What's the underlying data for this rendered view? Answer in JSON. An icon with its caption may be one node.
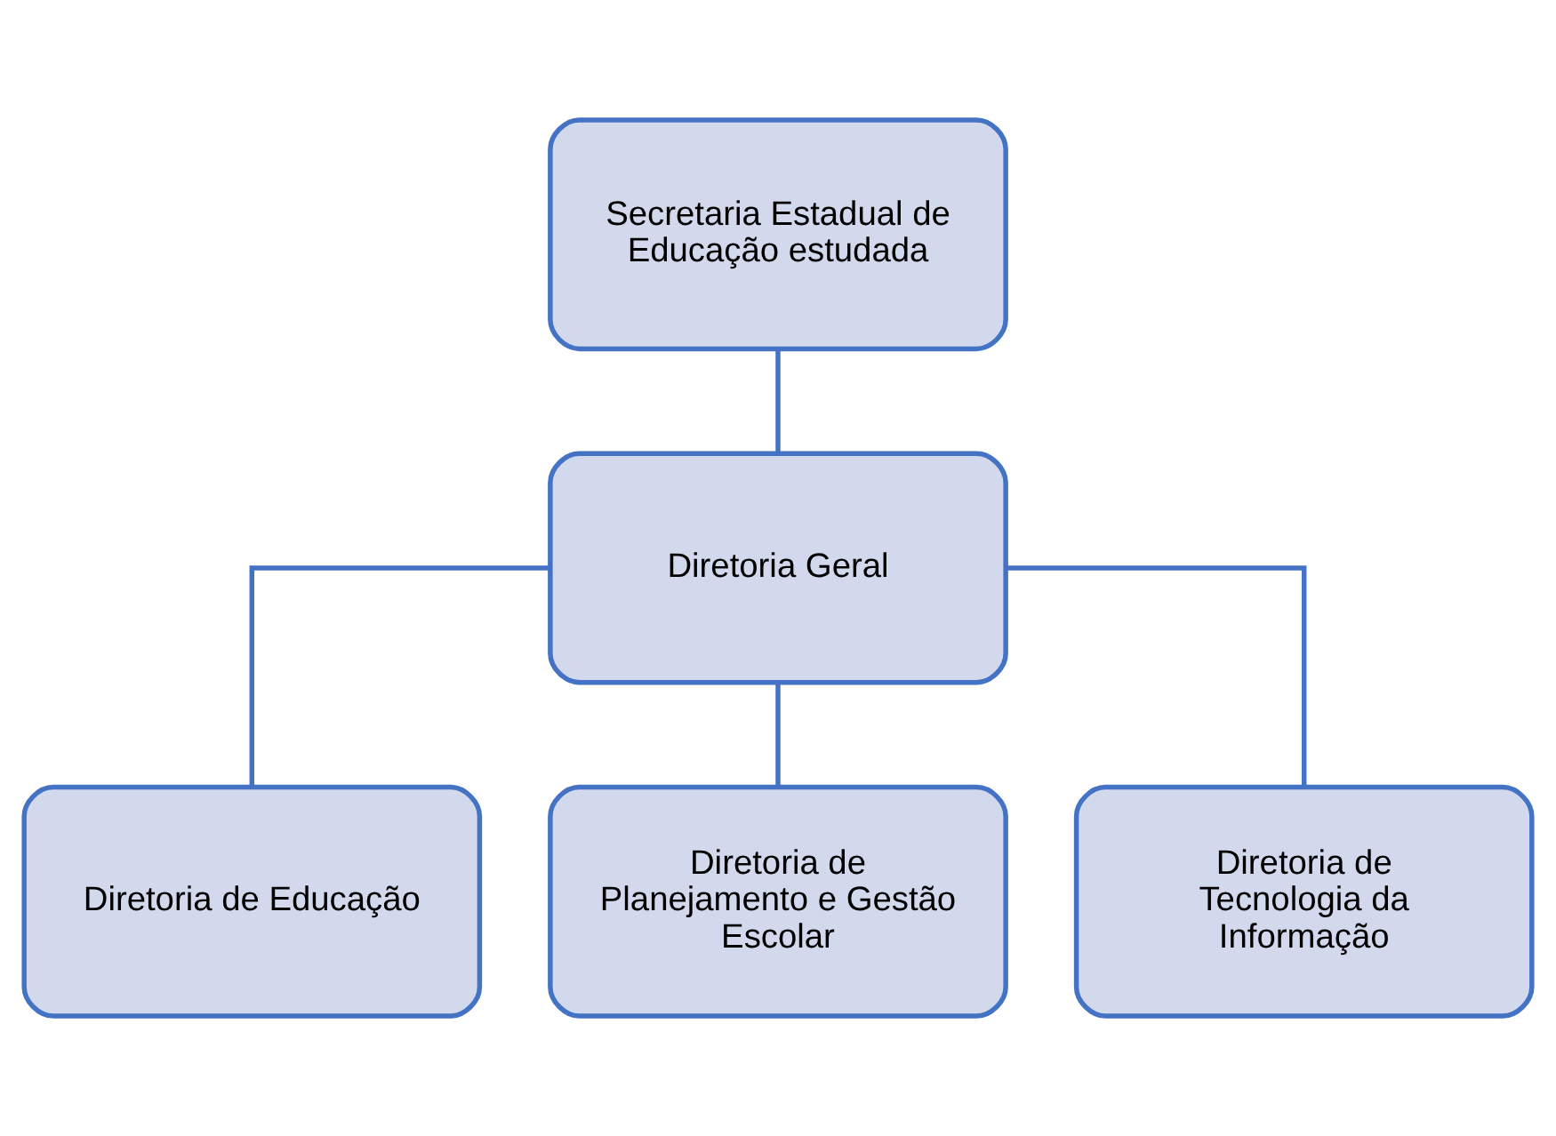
{
  "diagram": {
    "nodes": [
      {
        "text": [
          "Secretaria Estadual de Educação estudada"
        ]
      },
      {
        "text": [
          "Diretoria Geral"
        ]
      },
      {
        "text": [
          "Diretoria de Educação"
        ]
      },
      {
        "text": [
          "Diretoria de Planejamento e Gestão Escolar"
        ]
      },
      {
        "text": [
          "Diretoria de Tecnologia da Informação"
        ]
      }
    ],
    "edges": [
      {
        "from": 0,
        "to": 1,
        "arrow": "none"
      },
      {
        "from": 1,
        "to": 2,
        "arrow": "none"
      },
      {
        "from": 1,
        "to": 3,
        "arrow": "none"
      },
      {
        "from": 1,
        "to": 4,
        "arrow": "none"
      }
    ]
  }
}
